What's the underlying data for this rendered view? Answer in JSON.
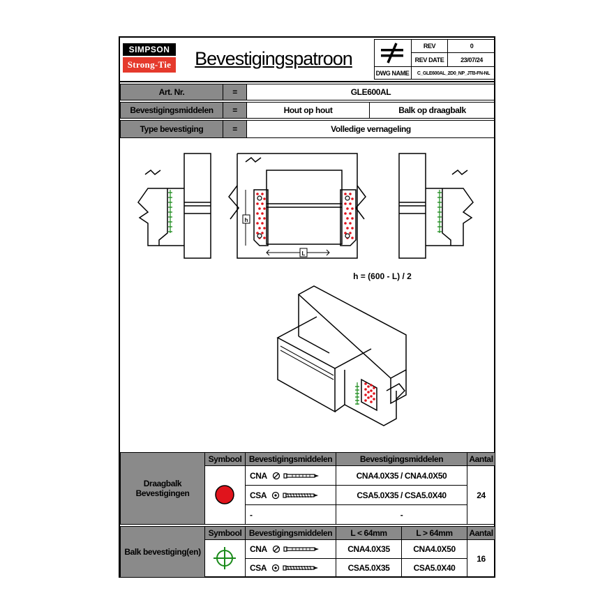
{
  "brand": {
    "top": "SIMPSON",
    "bottom": "Strong-Tie"
  },
  "title": "Bevestigingspatroon",
  "titleblock": {
    "rev_label": "REV",
    "rev_value": "0",
    "rev_date_label": "REV DATE",
    "rev_date_value": "23/07/24",
    "dwg_name_label": "DWG NAME",
    "dwg_name_value": "C_GLE600AL_2D0_NP_JTB-FN-NL"
  },
  "info": {
    "art_label": "Art. Nr.",
    "art_value": "GLE600AL",
    "bev_label": "Bevestigingsmiddelen",
    "bev_value_1": "Hout op hout",
    "bev_value_2": "Balk op draagbalk",
    "type_label": "Type bevestiging",
    "type_value": "Volledige vernageling",
    "equals": "="
  },
  "drawing": {
    "h_label": "h",
    "l_label": "L",
    "formula": "h = (600 - L) / 2"
  },
  "table1": {
    "section": "Draagbalk Bevestigingen",
    "col_symbool": "Symbool",
    "col_middelen": "Bevestigingsmiddelen",
    "col_middelen_2": "Bevestigingsmiddelen",
    "col_aantal": "Aantal",
    "rows": [
      {
        "type": "CNA",
        "spec": "CNA4.0X35 / CNA4.0X50"
      },
      {
        "type": "CSA",
        "spec": "CSA5.0X35 / CSA5.0X40"
      },
      {
        "type": "-",
        "spec": "-"
      }
    ],
    "aantal": "24",
    "symbol_color": "#e0141c"
  },
  "table2": {
    "section": "Balk bevestiging(en)",
    "col_symbool": "Symbool",
    "col_middelen": "Bevestigingsmiddelen",
    "col_lt": "L < 64mm",
    "col_gt": "L > 64mm",
    "col_aantal": "Aantal",
    "rows": [
      {
        "type": "CNA",
        "lt": "CNA4.0X35",
        "gt": "CNA4.0X50"
      },
      {
        "type": "CSA",
        "lt": "CSA5.0X35",
        "gt": "CSA5.0X40"
      }
    ],
    "aantal": "16",
    "symbol_color": "#1a8a1a"
  }
}
